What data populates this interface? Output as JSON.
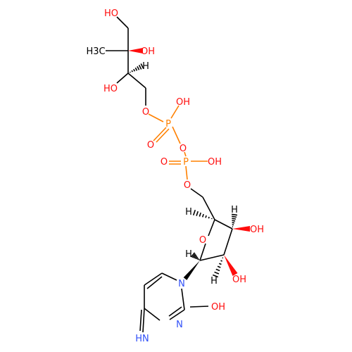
{
  "colors": {
    "bond": "#000000",
    "oxygen": "#ff0d0d",
    "nitrogen": "#3050f8",
    "phosphorus": "#ff8000",
    "carbon_label": "#000000",
    "hydrogen": "#000000"
  },
  "atoms": [
    {
      "id": "o_ho1",
      "label": "HO",
      "element": "O"
    },
    {
      "id": "c_me",
      "label": "H3C",
      "element": "C"
    },
    {
      "id": "o_oh2",
      "label": "OH",
      "element": "O"
    },
    {
      "id": "h_1",
      "label": "H",
      "element": "H"
    },
    {
      "id": "o_ho3",
      "label": "HO",
      "element": "O"
    },
    {
      "id": "o_bridge1",
      "label": "O",
      "element": "O"
    },
    {
      "id": "p_1",
      "label": "P",
      "element": "P"
    },
    {
      "id": "o_p1oh",
      "label": "OH",
      "element": "O"
    },
    {
      "id": "o_p1dbl",
      "label": "O",
      "element": "O"
    },
    {
      "id": "o_bridge2",
      "label": "O",
      "element": "O"
    },
    {
      "id": "p_2",
      "label": "P",
      "element": "P"
    },
    {
      "id": "o_p2dbl",
      "label": "O",
      "element": "O"
    },
    {
      "id": "o_p2oh",
      "label": "OH",
      "element": "O"
    },
    {
      "id": "o_bridge3",
      "label": "O",
      "element": "O"
    },
    {
      "id": "h_2",
      "label": "H",
      "element": "H"
    },
    {
      "id": "h_3",
      "label": "H",
      "element": "H"
    },
    {
      "id": "o_ring",
      "label": "O",
      "element": "O"
    },
    {
      "id": "o_oh3",
      "label": "OH",
      "element": "O"
    },
    {
      "id": "h_4",
      "label": "H",
      "element": "H"
    },
    {
      "id": "h_5",
      "label": "H",
      "element": "H"
    },
    {
      "id": "o_oh4",
      "label": "OH",
      "element": "O"
    },
    {
      "id": "n_1",
      "label": "N",
      "element": "N"
    },
    {
      "id": "o_oh5",
      "label": "OH",
      "element": "O"
    },
    {
      "id": "n_3",
      "label": "N",
      "element": "N"
    },
    {
      "id": "n_imine",
      "label": "HN",
      "element": "N"
    }
  ]
}
